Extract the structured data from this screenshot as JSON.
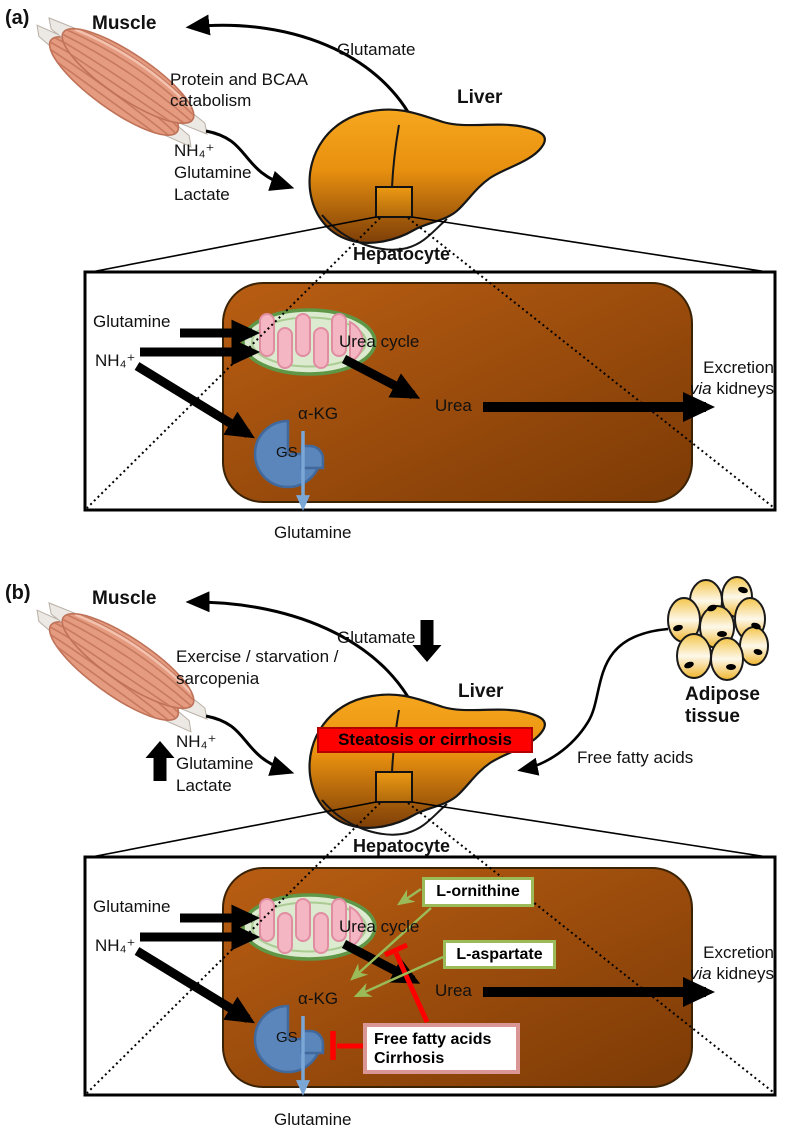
{
  "colors": {
    "liver_top": "#f6a71e",
    "liver_bottom": "#7e3f08",
    "cell_light": "#b95e13",
    "cell_dark": "#7c3a05",
    "mito_membrane": "#5f9747",
    "mito_fill": "#dcead0",
    "cristae_pink": "#f5b6c4",
    "gs_blue": "#5b86bb",
    "gs_stroke": "#41699c",
    "blue_arrow": "#7ba7d7",
    "green_accent": "#9bbb59",
    "red_accent": "#fe0000",
    "red_box_border": "#b30000",
    "ffa_box_border": "#d99694",
    "muscle_fill": "#e59b80",
    "adipose_yellow": "#f3c54a"
  },
  "panel_a": {
    "label": "(a)",
    "muscle": "Muscle",
    "glutamate": "Glutamate",
    "liver": "Liver",
    "catabolism_line1": "Protein and BCAA",
    "catabolism_line2": "catabolism",
    "met_nh4": "NH₄⁺",
    "met_glutamine": "Glutamine",
    "met_lactate": "Lactate",
    "hepatocyte": "Hepatocyte",
    "cell": {
      "glutamine": "Glutamine",
      "nh4": "NH₄⁺",
      "urea_cycle": "Urea cycle",
      "urea": "Urea",
      "akg": "α-KG",
      "gs": "GS",
      "glutamine_out": "Glutamine",
      "excretion_line1": "Excretion",
      "excretion_via": "via",
      "excretion_rest": "kidneys"
    }
  },
  "panel_b": {
    "label": "(b)",
    "muscle": "Muscle",
    "glutamate": "Glutamate",
    "liver": "Liver",
    "stress_line1": "Exercise / starvation /",
    "stress_line2": "sarcopenia",
    "met_nh4": "NH₄⁺",
    "met_glutamine": "Glutamine",
    "met_lactate": "Lactate",
    "steatosis": "Steatosis or cirrhosis",
    "adipose_line1": "Adipose",
    "adipose_line2": "tissue",
    "ffa": "Free fatty acids",
    "hepatocyte": "Hepatocyte",
    "cell": {
      "glutamine": "Glutamine",
      "nh4": "NH₄⁺",
      "urea_cycle": "Urea cycle",
      "urea": "Urea",
      "akg": "α-KG",
      "gs": "GS",
      "glutamine_out": "Glutamine",
      "excretion_line1": "Excretion",
      "excretion_via": "via",
      "excretion_rest": "kidneys",
      "l_ornithine": "L-ornithine",
      "l_aspartate": "L-aspartate",
      "ffa_line1": "Free fatty acids",
      "ffa_line2": "Cirrhosis"
    }
  }
}
